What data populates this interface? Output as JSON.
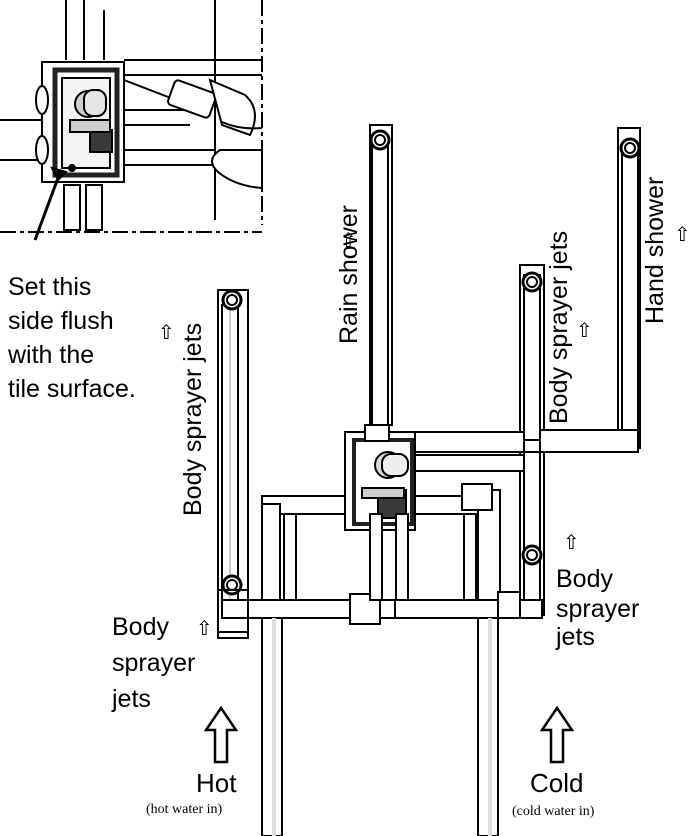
{
  "labels": {
    "note": [
      "Set this",
      "side flush",
      "with the",
      "tile surface."
    ],
    "body_sprayer_left_vertical": "Body sprayer jets",
    "rain_shower": "Rain shower",
    "body_sprayer_right_vertical": "Body sprayer jets",
    "hand_shower": "Hand shower",
    "body_sprayer_bottom_left": [
      "Body",
      "sprayer",
      "jets"
    ],
    "body_sprayer_bottom_right": [
      "Body",
      "sprayer",
      "jets"
    ],
    "hot": "Hot",
    "hot_sub": "(hot water in)",
    "cold": "Cold",
    "cold_sub": "(cold water in)"
  },
  "icons": {
    "flow_arrow": "up-arrow-outline",
    "big_arrow": "up-arrow-outline-large"
  },
  "colors": {
    "line": "#000000",
    "fill": "#ffffff",
    "shade": "#d9d9d9",
    "dark": "#3a3a3a"
  }
}
